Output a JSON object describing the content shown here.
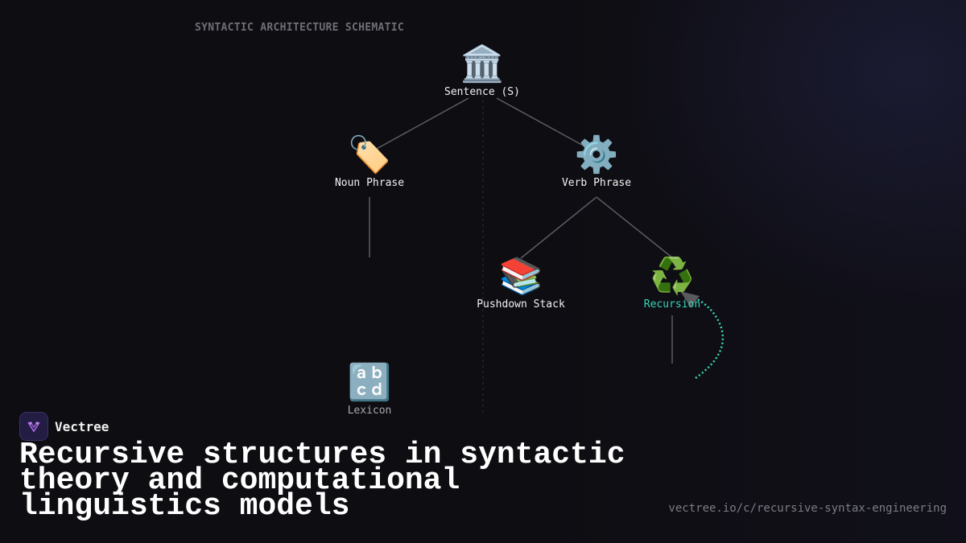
{
  "diagram": {
    "label": "SYNTACTIC ARCHITECTURE SCHEMATIC",
    "nodes": {
      "sentence": {
        "icon": "🏛️",
        "icon_name": "classical-building-icon",
        "label": "Sentence (S)"
      },
      "noun_phrase": {
        "icon": "🏷️",
        "icon_name": "label-tag-icon",
        "label": "Noun Phrase"
      },
      "verb_phrase": {
        "icon": "⚙️",
        "icon_name": "gear-icon",
        "label": "Verb Phrase"
      },
      "pushdown_stack": {
        "icon": "📚",
        "icon_name": "books-icon",
        "label": "Pushdown Stack"
      },
      "recursion": {
        "icon": "♻️",
        "icon_name": "recycle-icon",
        "label": "Recursion"
      },
      "lexicon": {
        "icon": "🔡",
        "icon_name": "abcd-letters-icon",
        "label": "Lexicon"
      }
    },
    "colors": {
      "accent": "#36d7b4",
      "edge": "#5c5c62",
      "label": "#f2f2f2"
    }
  },
  "brand": {
    "name": "Vectree",
    "logo_color": "#b06ae8"
  },
  "headline": "Recursive structures in syntactic theory and computational linguistics models",
  "url": "vectree.io/c/recursive-syntax-engineering"
}
